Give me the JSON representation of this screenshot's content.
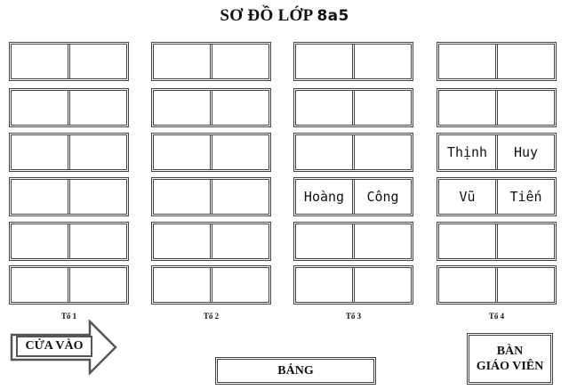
{
  "title": {
    "main": "SƠ ĐỒ LỚP",
    "class_name": "8a5"
  },
  "groups": [
    {
      "label": "Tổ 1",
      "rows": [
        [
          "",
          ""
        ],
        [
          "",
          ""
        ],
        [
          "",
          ""
        ],
        [
          "",
          ""
        ],
        [
          "",
          ""
        ],
        [
          "",
          ""
        ]
      ]
    },
    {
      "label": "Tổ 2",
      "rows": [
        [
          "",
          ""
        ],
        [
          "",
          ""
        ],
        [
          "",
          ""
        ],
        [
          "",
          ""
        ],
        [
          "",
          ""
        ],
        [
          "",
          ""
        ]
      ]
    },
    {
      "label": "Tổ 3",
      "rows": [
        [
          "",
          ""
        ],
        [
          "",
          ""
        ],
        [
          "",
          ""
        ],
        [
          "Hoàng",
          "Công"
        ],
        [
          "",
          ""
        ],
        [
          "",
          ""
        ]
      ]
    },
    {
      "label": "Tổ 4",
      "rows": [
        [
          "",
          ""
        ],
        [
          "",
          ""
        ],
        [
          "Thịnh",
          "Huy"
        ],
        [
          "Vũ",
          "Tiến"
        ],
        [
          "",
          ""
        ],
        [
          "",
          ""
        ]
      ]
    }
  ],
  "door": {
    "label": "CỬA VÀO"
  },
  "board": {
    "label": "BẢNG"
  },
  "teacher_desk": {
    "line1": "BÀN",
    "line2": "GIÁO VIÊN"
  }
}
